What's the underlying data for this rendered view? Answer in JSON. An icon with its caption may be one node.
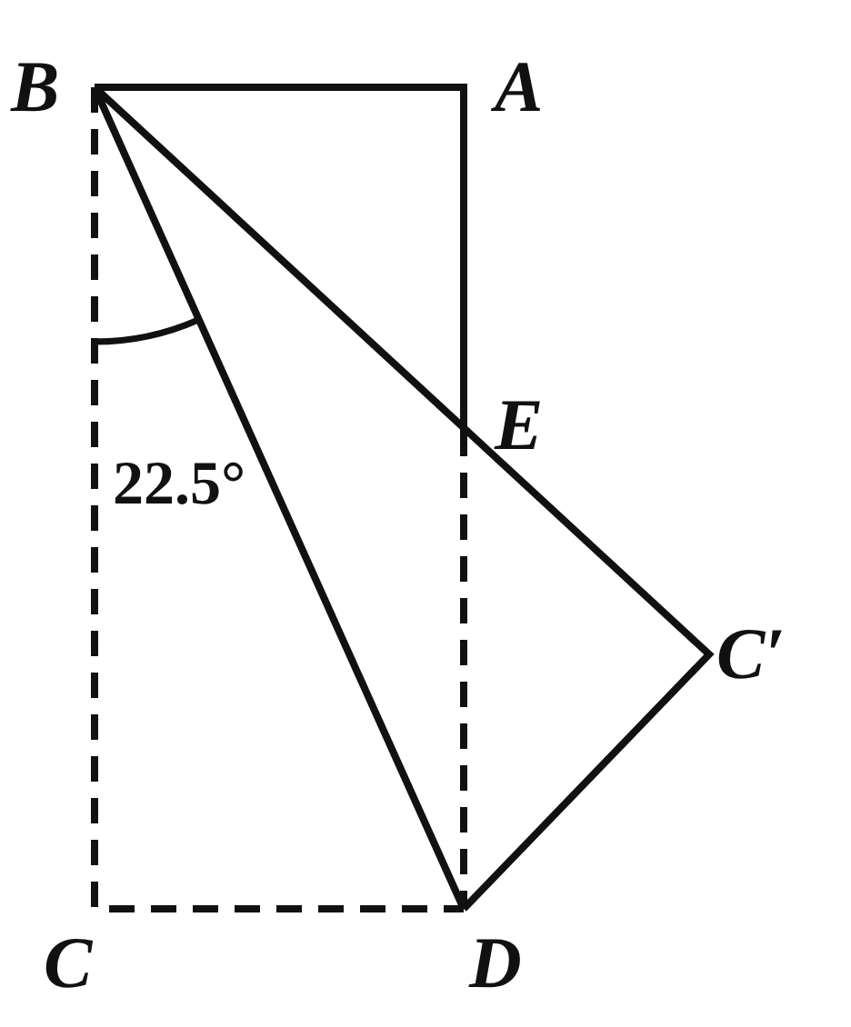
{
  "diagram": {
    "labels": [
      "B",
      "A",
      "E",
      "22.5°",
      "C′",
      "C",
      "D"
    ]
  }
}
